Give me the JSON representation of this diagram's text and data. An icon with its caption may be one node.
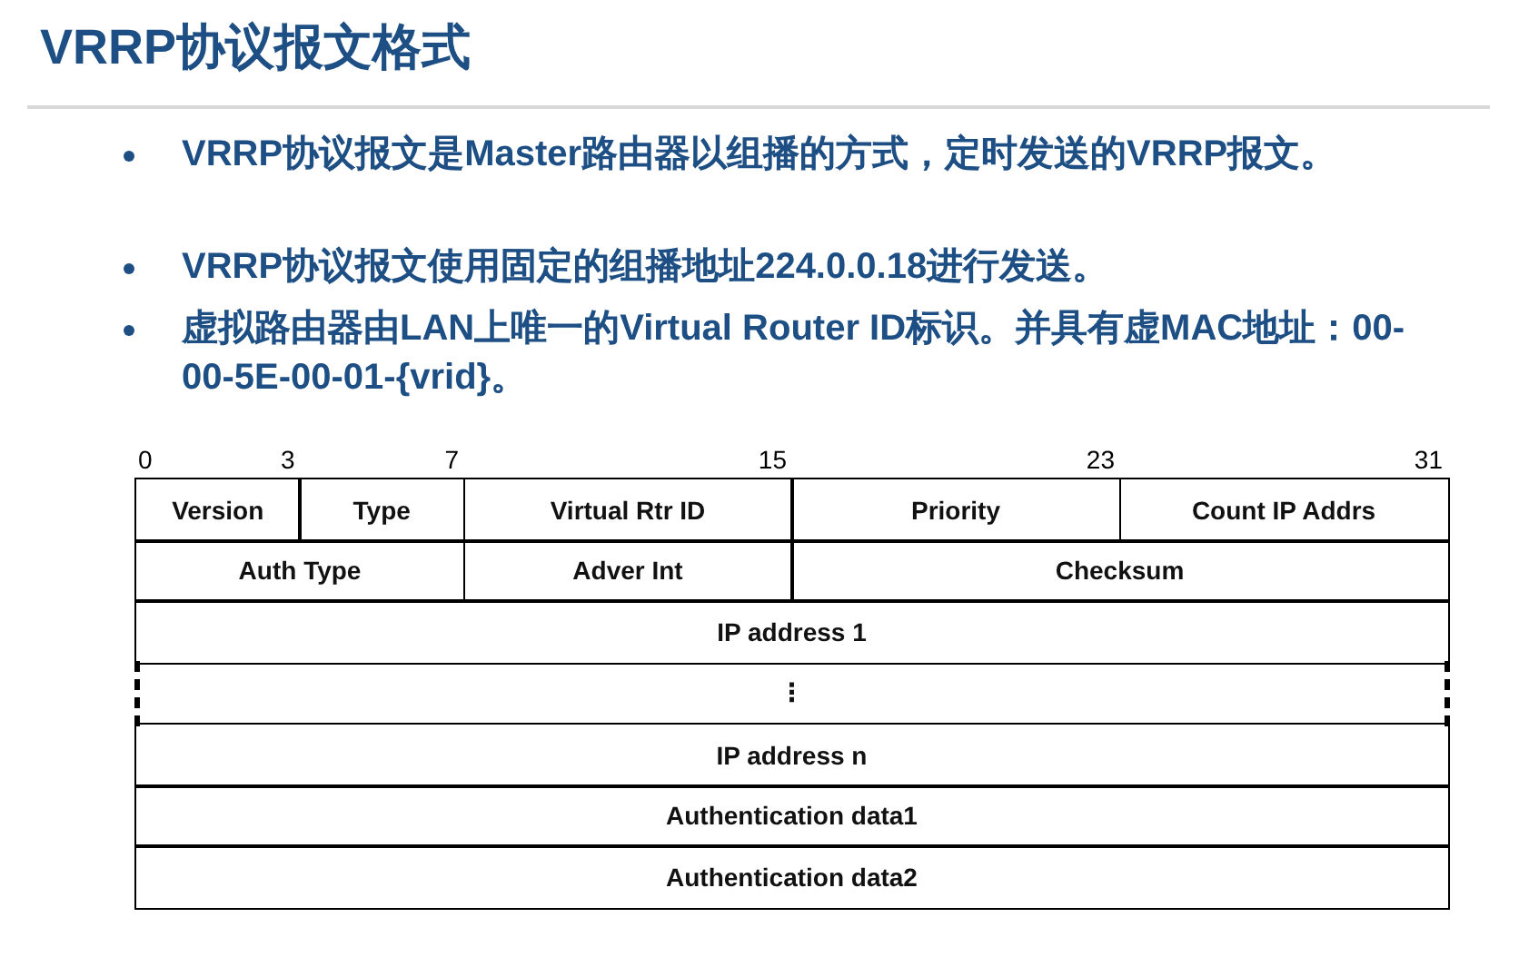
{
  "diagram": {
    "title": "VRRP协议报文格式",
    "labels": [
      "VRRP协议报文是Master路由器以组播的方式，定时发送的VRRP报文。",
      "VRRP协议报文使用固定的组播地址224.0.0.18进行发送。",
      "虚拟路由器由LAN上唯一的Virtual Router ID标识。并具有虚MAC地址：00-00-5E-00-01-{vrid}。",
      "0",
      "3",
      "7",
      "15",
      "23",
      "31",
      "Version",
      "Type",
      "Virtual Rtr ID",
      "Priority",
      "Count IP Addrs",
      "Auth Type",
      "Adver Int",
      "Checksum",
      "IP address 1",
      "⋮",
      "IP address n",
      "Authentication data1",
      "Authentication data2"
    ]
  }
}
